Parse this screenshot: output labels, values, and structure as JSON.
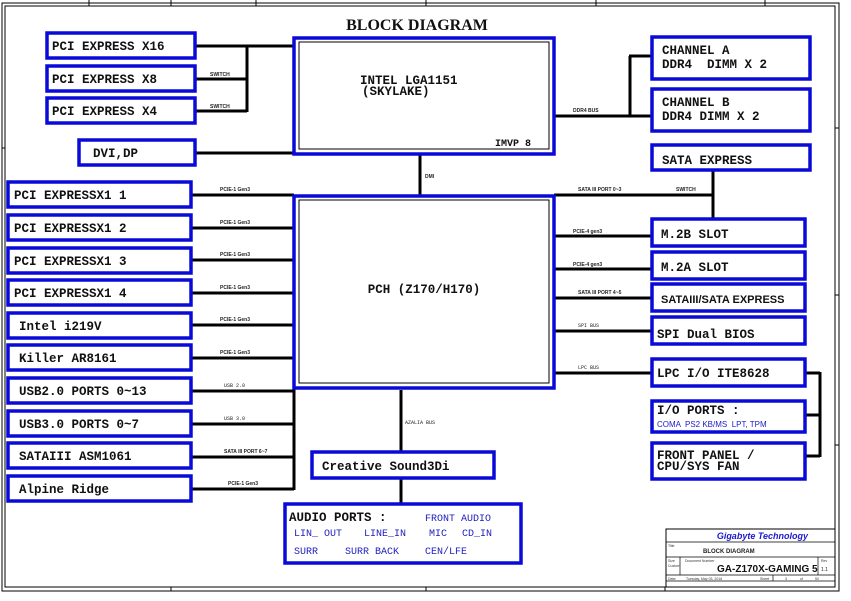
{
  "title": "BLOCK DIAGRAM",
  "colors": {
    "box_border": "#0a0ad8",
    "line": "#000000",
    "blue_text": "#2020c0"
  },
  "cpu": {
    "line1": "INTEL LGA1151",
    "line2": "(SKYLAKE)",
    "vr": "IMVP 8"
  },
  "pch": {
    "label": "PCH (Z170/H170)"
  },
  "left_top": [
    {
      "label": "PCI EXPRESS X16",
      "bus": ""
    },
    {
      "label": "PCI EXPRESS X8",
      "bus": "SWITCH"
    },
    {
      "label": "PCI EXPRESS X4",
      "bus": "SWITCH"
    }
  ],
  "dvi": {
    "label": "DVI,DP"
  },
  "dmi_label": "DMI",
  "ddr_bus_label": "DDR4 BUS",
  "memory": [
    {
      "line1": "CHANNEL A",
      "line2": "DDR4  DIMM X 2"
    },
    {
      "line1": "CHANNEL B",
      "line2": "DDR4 DIMM X 2"
    }
  ],
  "left_pch": [
    {
      "label": "PCI EXPRESSX1 1",
      "bus": "PCIE-1 Gen3"
    },
    {
      "label": "PCI EXPRESSX1 2",
      "bus": "PCIE-1 Gen3"
    },
    {
      "label": "PCI EXPRESSX1 3",
      "bus": "PCIE-1 Gen3"
    },
    {
      "label": "PCI EXPRESSX1 4",
      "bus": "PCIE-1 Gen3"
    },
    {
      "label": "Intel i219V",
      "bus": "PCIE-1 Gen3"
    },
    {
      "label": "Killer AR8161",
      "bus": "PCIE-1 Gen3"
    },
    {
      "label": "USB2.0 PORTS 0~13",
      "bus": "USB 2.0"
    },
    {
      "label": "USB3.0 PORTS 0~7",
      "bus": "USB 3.0"
    },
    {
      "label": "SATAIII ASM1061",
      "bus": "SATA III PORT 6~7"
    },
    {
      "label": "Alpine Ridge",
      "bus": "PCIE-1 Gen3"
    }
  ],
  "right_pch": {
    "sata_express": {
      "label": "SATA EXPRESS",
      "bus": "SATA III PORT 0~3",
      "switch": "SWITCH"
    },
    "items": [
      {
        "label": "M.2B SLOT",
        "bus": "PCIE-4 gen3"
      },
      {
        "label": "M.2A SLOT",
        "bus": "PCIE-4 gen3"
      },
      {
        "label": "SATAIII/SATA EXPRESS",
        "bus": "SATA III PORT 4~5"
      },
      {
        "label": "SPI Dual BIOS",
        "bus": "SPI BUS"
      },
      {
        "label": "LPC I/O ITE8628",
        "bus": "LPC BUS"
      }
    ],
    "io_ports": {
      "title": "I/O PORTS :",
      "detail": "COMA  PS2 KB/MS  LPT, TPM"
    },
    "front_panel": {
      "line1": "FRONT PANEL /",
      "line2": "CPU/SYS FAN"
    }
  },
  "audio": {
    "bus": "AZALIA BUS",
    "codec": "Creative Sound3Di",
    "ports_title": "AUDIO PORTS :",
    "front": "FRONT AUDIO",
    "row1": [
      "LIN_ OUT",
      "LINE_IN",
      "MIC",
      "CD_IN"
    ],
    "row2": [
      "SURR",
      "SURR BACK",
      "CEN/LFE"
    ]
  },
  "title_block": {
    "company": "Gigabyte Technology",
    "title_label": "Title",
    "title": "BLOCK DIAGRAM",
    "size_label": "Size",
    "size": "Custom",
    "doc_label": "Document Number",
    "doc": "GA-Z170X-GAMING 5",
    "rev_label": "Rev",
    "rev": "1.1",
    "date_label": "Date:",
    "date": "Tuesday, May 03, 2016",
    "sheet_label": "Sheet",
    "sheet": "3",
    "of_label": "of",
    "of": "50"
  }
}
